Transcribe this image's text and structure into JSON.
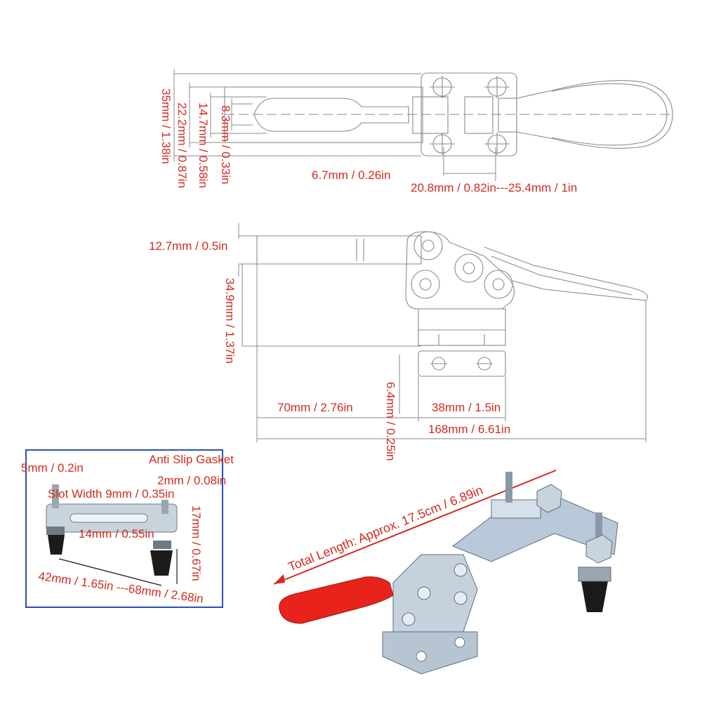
{
  "top_view": {
    "dims": {
      "d35": "35mm / 1.38in",
      "d22": "22.2mm / 0.87in",
      "d14": "14.7mm / 0.58in",
      "d8": "8.3mm / 0.33in",
      "d6_7": "6.7mm / 0.26in",
      "d20_25": "20.8mm / 0.82in---25.4mm / 1in"
    }
  },
  "side_view": {
    "dims": {
      "d12_7": "12.7mm / 0.5in",
      "d34_9": "34.9mm / 1.37in",
      "d6_4": "6.4mm / 0.25in",
      "d70": "70mm / 2.76in",
      "d38": "38mm / 1.5in",
      "d168": "168mm / 6.61in"
    }
  },
  "inset": {
    "d5": "5mm / 0.2in",
    "gasket": "Anti Slip Gasket",
    "d2": "2mm / 0.08in",
    "slot": "Slot Width 9mm / 0.35in",
    "d14": "14mm / 0.55in",
    "d17": "17mm / 0.67in",
    "d42_68": "42mm / 1.65in ---68mm / 2.68in"
  },
  "photo": {
    "total_length": "Total Length: Approx. 17.5cm / 6.89in"
  },
  "colors": {
    "label": "#d42a1e",
    "inset_border": "#2b4fb8",
    "handle": "#e8231c",
    "metal": "#b8c8d8"
  }
}
